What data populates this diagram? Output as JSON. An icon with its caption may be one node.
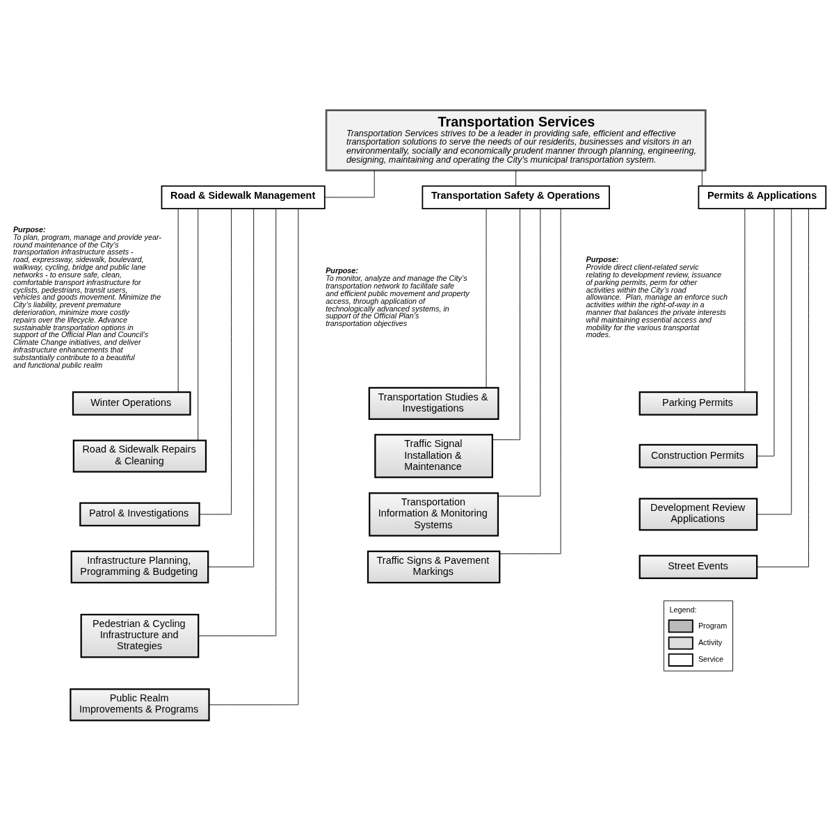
{
  "diagram": {
    "nodes": [
      {
        "text": [
          "Transportation Services",
          "Transportation Services strives to be a leader in providing safe, efficient and effective transportation solutions to serve the needs of our residents, businesses and visitors in an environmentally, socially and economically prudent manner through planning, engineering, designing, maintaining and operating the City’s municipal transportation system."
        ]
      },
      {
        "text": [
          "Road & Sidewalk Management"
        ],
        "beside": [
          "Purpose:",
          "To plan, program, manage and provide year-round maintenance of the City’s transportation infrastructure assets - road, expressway, sidewalk, boulevard, walkway, cycling, bridge and public lane networks - to ensure safe, clean, comfortable transport infrastructure for cyclists, pedestrians, transit users, vehicles and goods movement. Minimize the City’s liability, prevent premature deterioration, minimize more costly repairs over the lifecycle. Advance sustainable transportation options in support of the Official Plan and Council’s Climate Change initiatives, and deliver infrastructure enhancements that substantially contribute to a beautiful and functional public realm"
        ]
      },
      {
        "text": [
          "Winter Operations"
        ]
      },
      {
        "text": [
          "Road & Sidewalk Repairs & Cleaning"
        ]
      },
      {
        "text": [
          "Patrol & Investigations"
        ]
      },
      {
        "text": [
          "Infrastructure Planning, Programming & Budgeting"
        ]
      },
      {
        "text": [
          "Pedestrian & Cycling Infrastructure and Strategies"
        ]
      },
      {
        "text": [
          "Public Realm Improvements & Programs"
        ]
      },
      {
        "text": [
          "Transportation Safety & Operations"
        ],
        "beside": [
          "Purpose:",
          "To monitor, analyze and manage the City’s transportation network to facilitate safe and efficient public movement and property access, through application of technologically advanced systems, in support of the Official Plan’s transportation objectives"
        ]
      },
      {
        "text": [
          "Transportation Studies & Investigations"
        ]
      },
      {
        "text": [
          "Traffic Signal  Installation & Maintenance"
        ]
      },
      {
        "text": [
          "Transportation Information & Monitoring Systems"
        ]
      },
      {
        "text": [
          "Traffic Signs & Pavement Markings"
        ]
      },
      {
        "text": [
          "Permits & Applications"
        ],
        "beside": [
          "Purpose:",
          "Provide direct client-related servic relating to development review, issuance of parking permits, perm for other activities within the City’s road allowance.  Plan, manage an enforce such activities within the right-of-way in a manner that balances the private interests whil maintaining essential access and mobility for the various transportat modes."
        ]
      },
      {
        "text": [
          "Parking Permits"
        ]
      },
      {
        "text": [
          "Construction Permits"
        ]
      },
      {
        "text": [
          "Development Review Applications"
        ]
      },
      {
        "text": [
          "Street Events"
        ]
      }
    ],
    "edges": [
      {
        "from": 0,
        "to": 1,
        "arrow": "none"
      },
      {
        "from": 0,
        "to": 8,
        "arrow": "none"
      },
      {
        "from": 0,
        "to": 13,
        "arrow": "none"
      },
      {
        "from": 1,
        "to": 2,
        "arrow": "none"
      },
      {
        "from": 1,
        "to": 3,
        "arrow": "none"
      },
      {
        "from": 1,
        "to": 4,
        "arrow": "none"
      },
      {
        "from": 1,
        "to": 5,
        "arrow": "none"
      },
      {
        "from": 1,
        "to": 6,
        "arrow": "none"
      },
      {
        "from": 1,
        "to": 7,
        "arrow": "none"
      },
      {
        "from": 8,
        "to": 9,
        "arrow": "none"
      },
      {
        "from": 8,
        "to": 10,
        "arrow": "none"
      },
      {
        "from": 8,
        "to": 11,
        "arrow": "none"
      },
      {
        "from": 8,
        "to": 12,
        "arrow": "none"
      },
      {
        "from": 13,
        "to": 14,
        "arrow": "none"
      },
      {
        "from": 13,
        "to": 15,
        "arrow": "none"
      },
      {
        "from": 13,
        "to": 16,
        "arrow": "none"
      },
      {
        "from": 13,
        "to": 17,
        "arrow": "none"
      }
    ],
    "labels": [
      "Legend:"
    ],
    "legend": [
      {
        "text": "Program"
      },
      {
        "text": "Activity"
      },
      {
        "text": "Service"
      }
    ]
  }
}
